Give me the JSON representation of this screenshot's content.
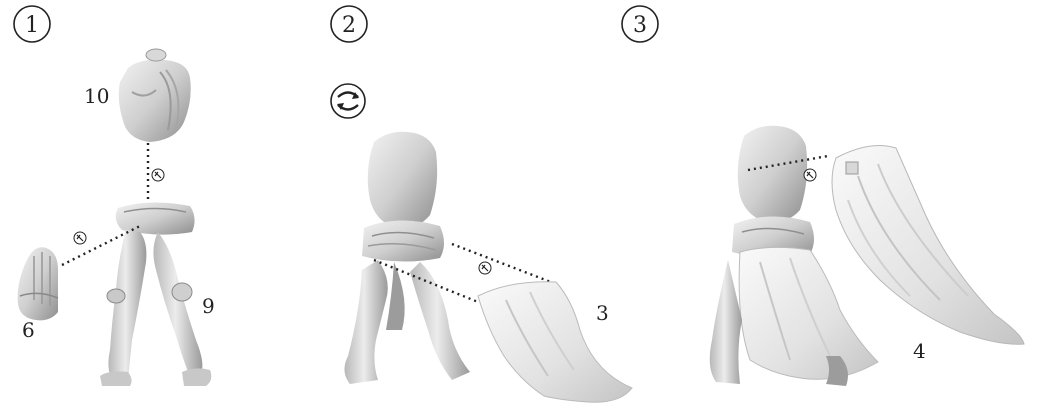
{
  "steps": [
    {
      "number": "1",
      "part_labels": [
        "10",
        "6",
        "9"
      ]
    },
    {
      "number": "2",
      "part_labels": [
        "3"
      ],
      "icon": "rotate-icon"
    },
    {
      "number": "3",
      "part_labels": [
        "4"
      ]
    }
  ],
  "icons": [
    "glue-icon",
    "rotate-icon"
  ],
  "colors": {
    "stroke": "#222222",
    "part_light": "#e6e6e6",
    "part_mid": "#bdbdbd",
    "part_dark": "#8a8a8a"
  }
}
